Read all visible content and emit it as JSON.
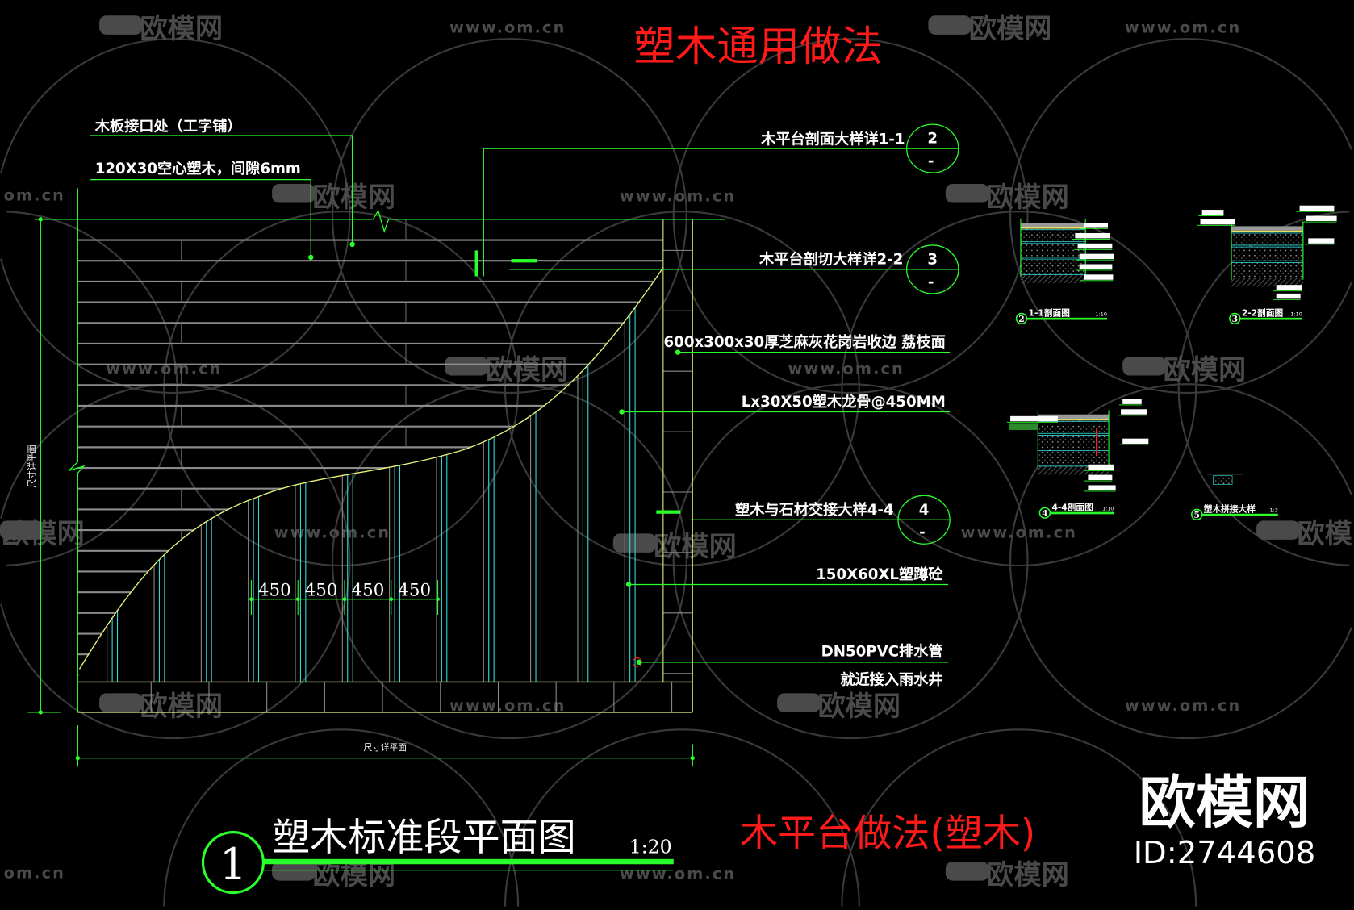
{
  "drawing": {
    "sheet_title": "塑木通用做法",
    "sheet_subtitle": "木平台做法(塑木)",
    "colors": {
      "background": "#000000",
      "title_red": "#ff1a1a",
      "line_green": "#2bff2b",
      "joist_cyan": "#33dddd",
      "plank_gray": "#8c8c8c",
      "edge_yellow": "#e8f07a"
    },
    "plan": {
      "number": "1",
      "title": "塑木标准段平面图",
      "scale": "1:20",
      "dim_label_vertical": "尺寸详平面",
      "dim_label_horizontal": "尺寸详平面",
      "spacing_dims": [
        "450",
        "450",
        "450",
        "450"
      ]
    },
    "callouts": [
      {
        "text": "木板接口处（工字铺）"
      },
      {
        "text": "120X30空心塑木，间隙6mm"
      },
      {
        "text": "木平台剖面大样详1-1",
        "ref_top": "2",
        "ref_bottom": "-"
      },
      {
        "text": "木平台剖切大样详2-2",
        "ref_top": "3",
        "ref_bottom": "-"
      },
      {
        "text": "600x300x30厚芝麻灰花岗岩收边 荔枝面"
      },
      {
        "text": "Lx30X50塑木龙骨@450MM"
      },
      {
        "text": "塑木与石材交接大样4-4",
        "ref_top": "4",
        "ref_bottom": "-"
      },
      {
        "text": "150X60XL塑蹲砼"
      },
      {
        "text": "DN50PVC排水管"
      },
      {
        "text": "就近接入雨水井"
      }
    ],
    "details": [
      {
        "number": "2",
        "title": "1-1剖面图",
        "scale": "1:10"
      },
      {
        "number": "3",
        "title": "2-2剖面图",
        "scale": "1:10"
      },
      {
        "number": "4",
        "title": "4-4剖面图",
        "scale": "1:10"
      },
      {
        "number": "5",
        "title": "塑木拼接大样",
        "scale": "1:3"
      }
    ]
  },
  "brand": {
    "logo_text": "欧模网",
    "id_text": "ID:2744608"
  },
  "watermark": {
    "logo_text": "欧模网",
    "url_text": "www.om.cn",
    "url_short": "om.cn"
  }
}
